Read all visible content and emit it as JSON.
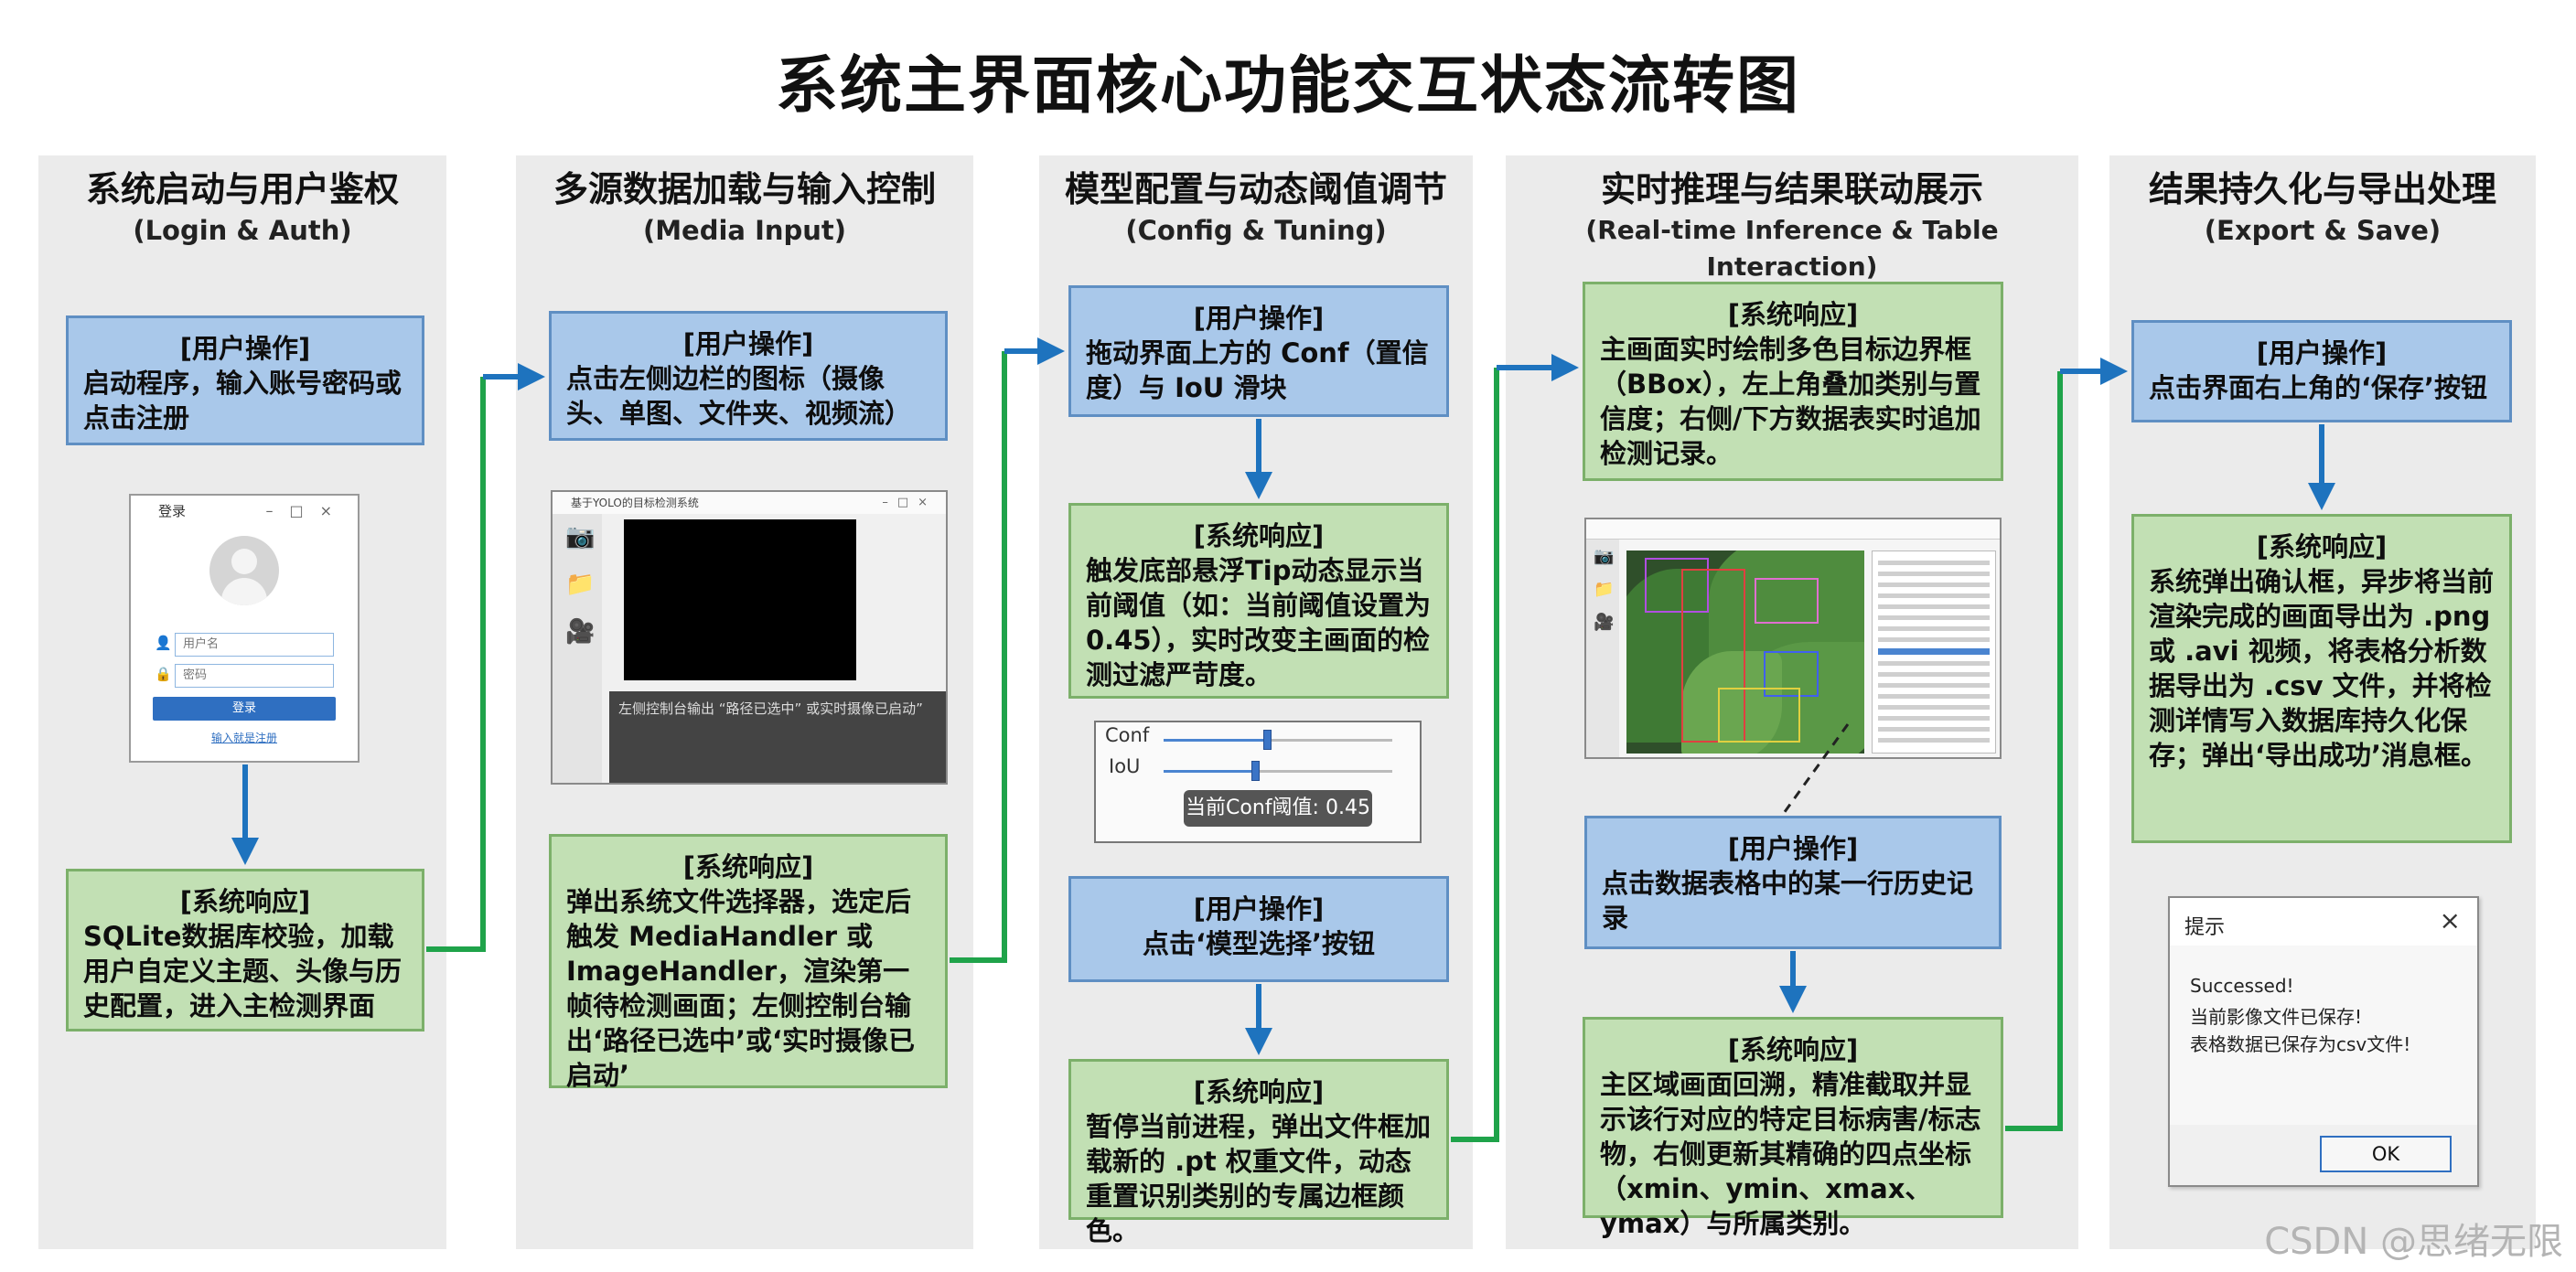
{
  "title": "系统主界面核心功能交互状态流转图",
  "columns": [
    {
      "title_zh": "系统启动与用户鉴权",
      "title_en": "(Login & Auth)",
      "steps": [
        {
          "tag": "[用户操作]",
          "text": "启动程序，输入账号密码或点击注册"
        },
        {
          "tag": "[系统响应]",
          "text": "SQLite数据库校验，加载用户自定义主题、头像与历史配置，进入主检测界面"
        }
      ]
    },
    {
      "title_zh": "多源数据加载与输入控制",
      "title_en": "(Media Input)",
      "steps": [
        {
          "tag": "[用户操作]",
          "text": "点击左侧边栏的图标（摄像头、单图、文件夹、视频流）"
        },
        {
          "tag": "[系统响应]",
          "text": "弹出系统文件选择器，选定后触发 MediaHandler 或 ImageHandler，渲染第一帧待检测画面；左侧控制台输出‘路径已选中’或‘实时摄像已启动’"
        }
      ]
    },
    {
      "title_zh": "模型配置与动态阈值调节",
      "title_en": "(Config & Tuning)",
      "steps": [
        {
          "tag": "[用户操作]",
          "text": "拖动界面上方的 Conf（置信度）与 IoU 滑块"
        },
        {
          "tag": "[系统响应]",
          "text": "触发底部悬浮Tip动态显示当前阈值（如：当前阈值设置为0.45），实时改变主画面的检测过滤严苛度。"
        },
        {
          "tag": "[用户操作]",
          "text": "点击‘模型选择’按钮"
        },
        {
          "tag": "[系统响应]",
          "text": "暂停当前进程，弹出文件框加载新的 .pt 权重文件，动态重置识别类别的专属边框颜色。"
        }
      ]
    },
    {
      "title_zh": "实时推理与结果联动展示",
      "title_en": "(Real-time Inference & Table Interaction)",
      "steps": [
        {
          "tag": "[系统响应]",
          "text": "主画面实时绘制多色目标边界框（BBox），左上角叠加类别与置信度；右侧/下方数据表实时追加检测记录。"
        },
        {
          "tag": "[用户操作]",
          "text": "点击数据表格中的某一行历史记录"
        },
        {
          "tag": "[系统响应]",
          "text": "主区域画面回溯，精准截取并显示该行对应的特定目标病害/标志物，右侧更新其精确的四点坐标（xmin、ymin、xmax、ymax）与所属类别。"
        }
      ]
    },
    {
      "title_zh": "结果持久化与导出处理",
      "title_en": "(Export & Save)",
      "steps": [
        {
          "tag": "[用户操作]",
          "text": "点击界面右上角的‘保存’按钮"
        },
        {
          "tag": "[系统响应]",
          "text": "系统弹出确认框，异步将当前渲染完成的画面导出为 .png 或 .avi 视频，将表格分析数据导出为 .csv 文件，并将检测详情写入数据库持久化保存；弹出‘导出成功’消息框。"
        }
      ]
    }
  ],
  "login_window": {
    "title": "登录",
    "username_placeholder": "用户名",
    "password_placeholder": "密码",
    "login_button": "登录",
    "register_link": "输入就是注册"
  },
  "media_window": {
    "title": "基于YOLO的目标检测系统",
    "console": "左侧控制台输出 “路径已选中” 或实时摄像已启动”"
  },
  "slider_panel": {
    "conf_label": "Conf",
    "iou_label": "IoU",
    "conf_value": 0.45,
    "iou_value": 0.4,
    "tooltip": "当前Conf阈值: 0.45"
  },
  "dialog": {
    "title": "提示",
    "close": "×",
    "lines": [
      "Successed!",
      "当前影像文件已保存!",
      "表格数据已保存为csv文件!"
    ],
    "ok": "OK"
  },
  "watermark": "CSDN @思绪无限",
  "colors": {
    "user_action_fill": "#a9c8ea",
    "system_response_fill": "#c2e0b4",
    "arrow_blue": "#1e73be",
    "arrow_green": "#1fa34a"
  }
}
